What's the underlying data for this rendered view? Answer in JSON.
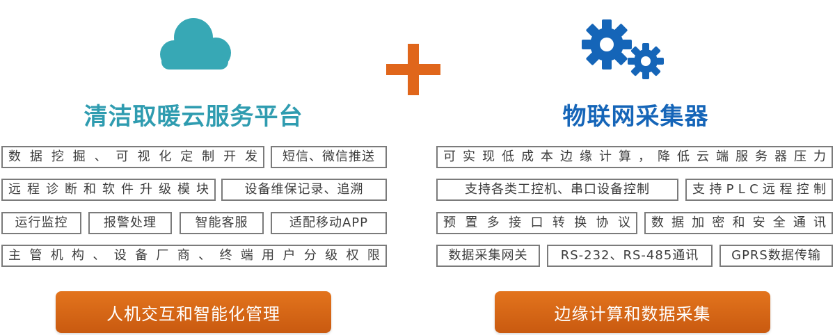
{
  "colors": {
    "left_title": "#2f9cb0",
    "right_title": "#1565b8",
    "cloud": "#37a8b5",
    "gear": "#1565b8",
    "plus": "#e0661b",
    "pill": "#d9661a",
    "tag_border": "#7b7b7b"
  },
  "icons": {
    "left": "cloud-icon",
    "center": "plus-icon",
    "right": "gears-icon"
  },
  "left": {
    "title": "清洁取暖云服务平台",
    "tags": [
      "数据挖掘、可视化定制开发",
      "短信、微信推送",
      "远程诊断和软件升级模块",
      "设备维保记录、追溯",
      "运行监控",
      "报警处理",
      "智能客服",
      "适配移动APP",
      "主管机构、设备厂商、终端用户分级权限"
    ],
    "button": "人机交互和智能化管理"
  },
  "right": {
    "title": "物联网采集器",
    "tags": [
      "可实现低成本边缘计算，降低云端服务器压力",
      "支持各类工控机、串口设备控制",
      "支持PLC远程控制",
      "预置多接口转换协议",
      "数据加密和安全通讯",
      "数据采集网关",
      "RS-232、RS-485通讯",
      "GPRS数据传输"
    ],
    "button": "边缘计算和数据采集"
  }
}
